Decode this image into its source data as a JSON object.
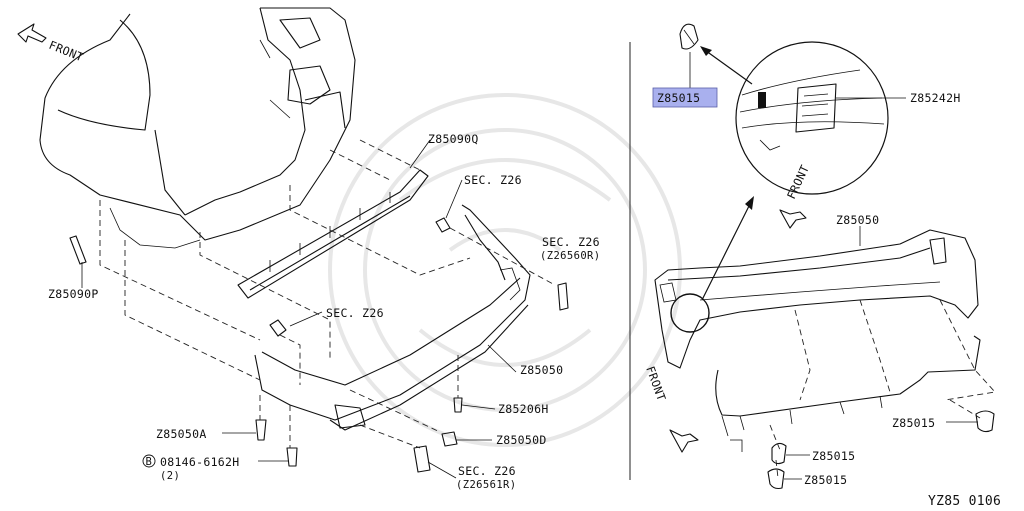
{
  "labels": {
    "front_1": "FRONT",
    "front_2": "FRONT",
    "front_3": "FRONT",
    "z85090q": "Z85090Q",
    "sec_z26_a": "SEC. Z26",
    "sec_z26_b": "SEC. Z26",
    "z26560r": "(Z26560R)",
    "z85090p": "Z85090P",
    "sec_z26_c": "SEC. Z26",
    "z85050_left": "Z85050",
    "z85206h": "Z85206H",
    "z85050a": "Z85050A",
    "z85050d": "Z85050D",
    "bolt_circle": "B",
    "bolt_part": "08146-6162H",
    "bolt_qty": "(2)",
    "sec_z26_d": "SEC. Z26",
    "z26561r": "(Z26561R)",
    "z85015_highlight": "Z85015",
    "z85242h": "Z85242H",
    "z85050_right": "Z85050",
    "z85015_right": "Z85015",
    "z85015_mid": "Z85015",
    "z85015_bottom": "Z85015",
    "diagram_code": "YZ85 0106"
  },
  "colors": {
    "highlight": "#a9b0ee",
    "line": "#111111"
  }
}
